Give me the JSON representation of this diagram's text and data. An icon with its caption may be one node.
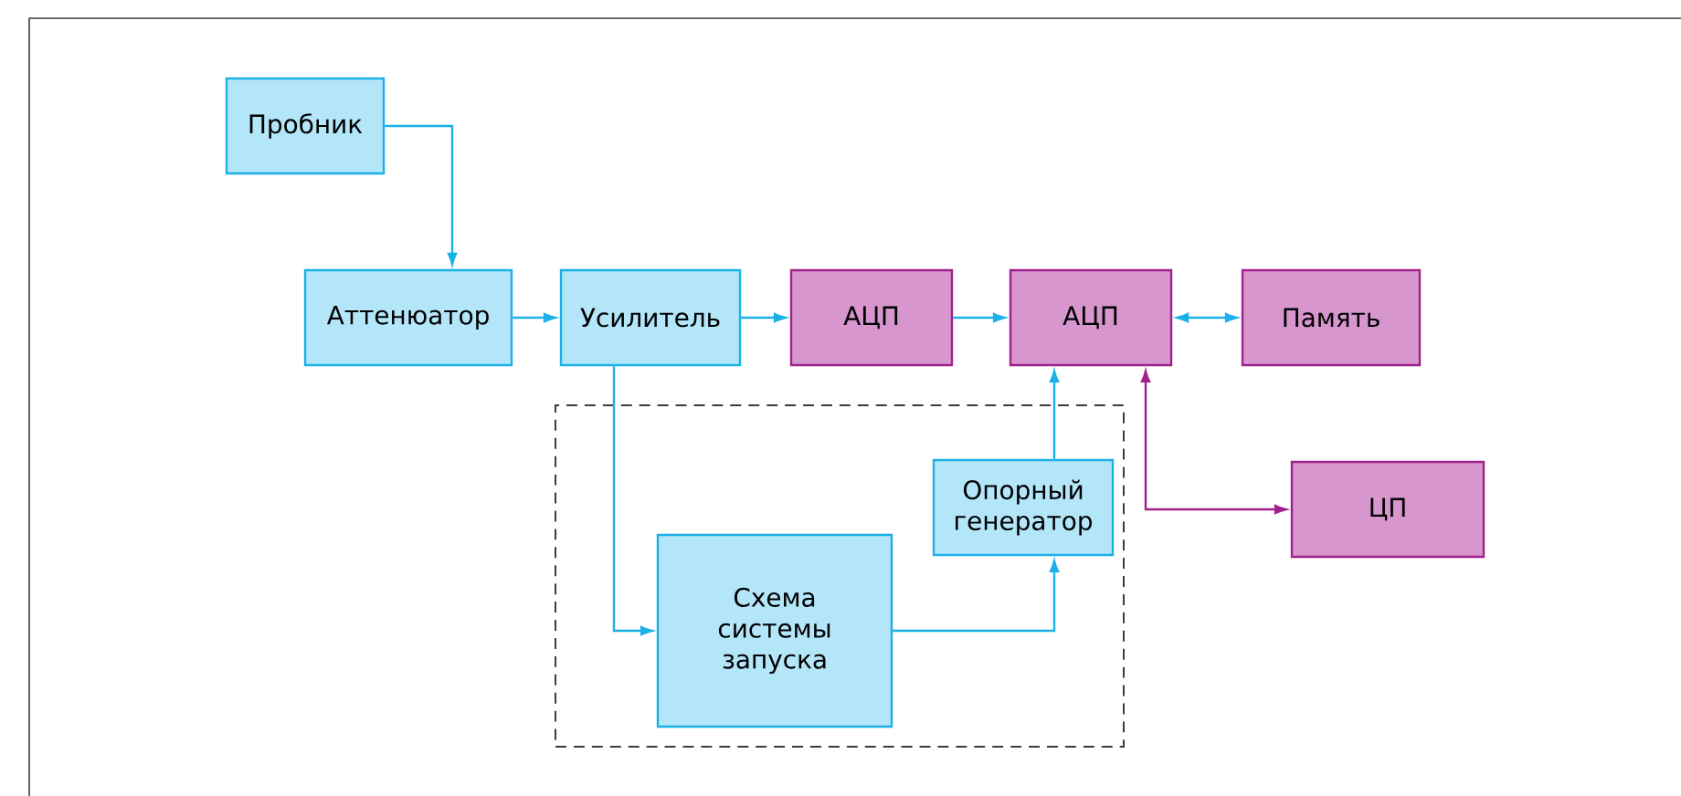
{
  "diagram": {
    "nodes": [
      {
        "text": [
          "Пробник"
        ]
      },
      {
        "text": [
          "Аттенюатор"
        ]
      },
      {
        "text": [
          "Усилитель"
        ]
      },
      {
        "text": [
          "АЦП"
        ]
      },
      {
        "text": [
          "АЦП"
        ]
      },
      {
        "text": [
          "Память"
        ]
      },
      {
        "text": [],
        "shape": "box"
      },
      {
        "text": [
          "Опорный генератор"
        ],
        "in": 6
      },
      {
        "text": [
          "Схема системы запуска"
        ],
        "in": 6
      },
      {
        "text": [
          "ЦП"
        ]
      }
    ],
    "edges": [
      {
        "from": 0,
        "to": 1,
        "arrow": "to"
      },
      {
        "from": 1,
        "to": 2,
        "arrow": "to"
      },
      {
        "from": 2,
        "to": 3,
        "arrow": "to"
      },
      {
        "from": 3,
        "to": 4,
        "arrow": "to"
      },
      {
        "from": 4,
        "to": 5,
        "arrow": "both"
      },
      {
        "from": 2,
        "to": 8,
        "arrow": "to"
      },
      {
        "from": 8,
        "to": 7,
        "arrow": "to"
      },
      {
        "from": 7,
        "to": 4,
        "arrow": "to"
      },
      {
        "from": 4,
        "to": 9,
        "arrow": "both",
        "color": "#a0208c"
      }
    ]
  }
}
